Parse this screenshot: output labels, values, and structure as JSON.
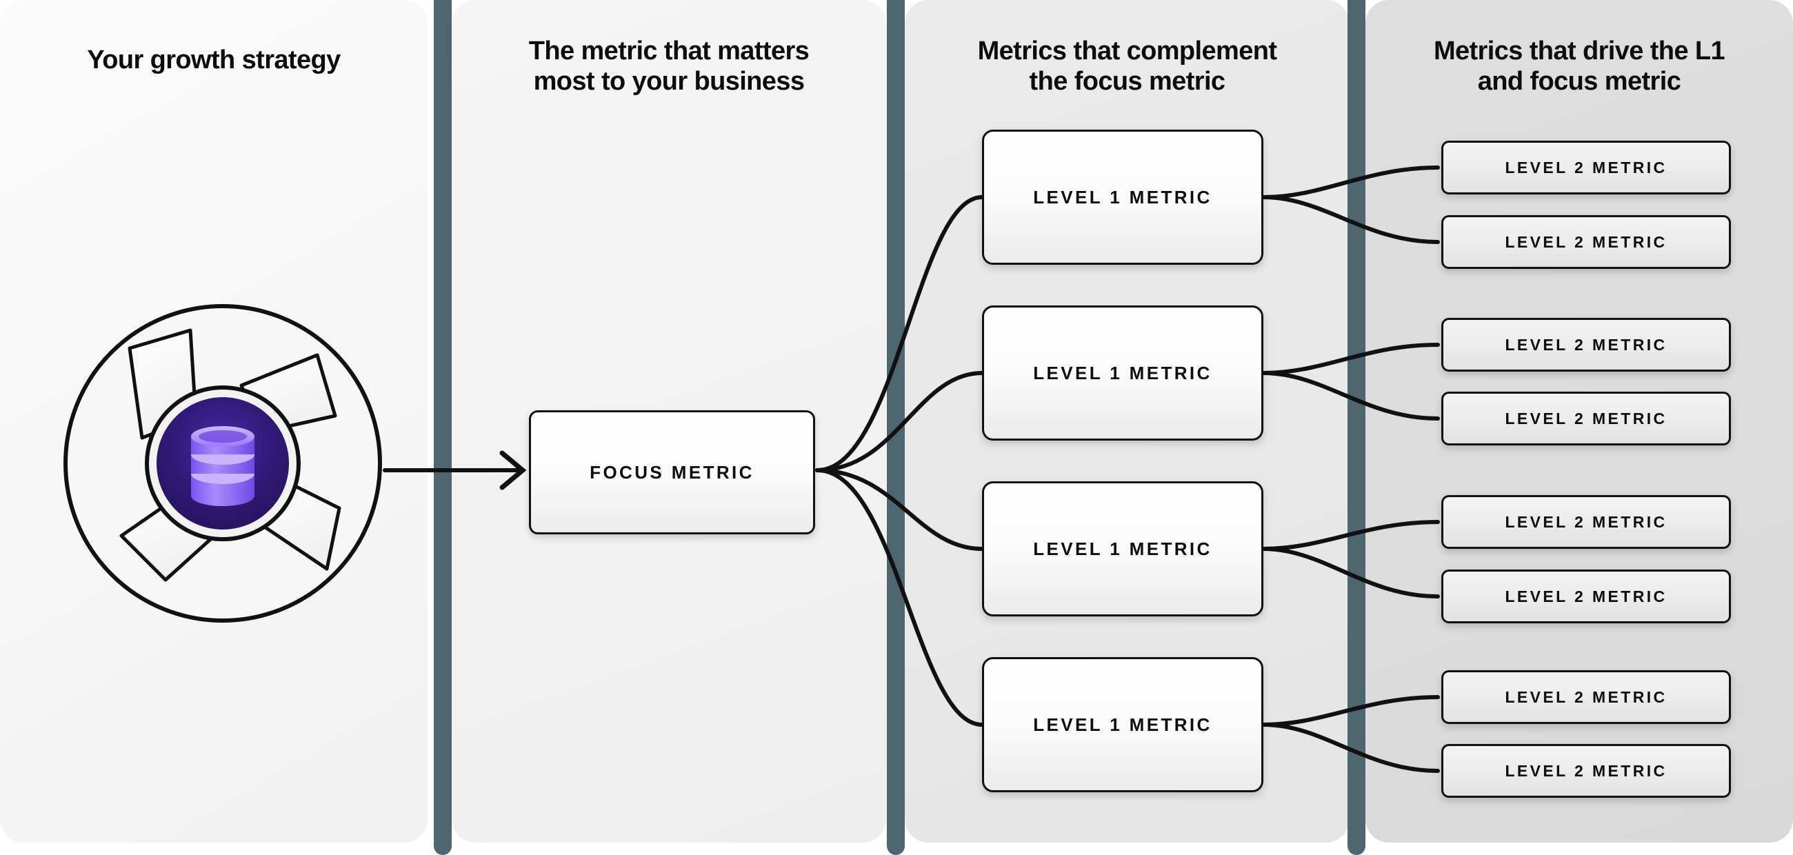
{
  "diagram": {
    "title": "Metrics tree: growth strategy to level 2 metrics",
    "columns": [
      {
        "id": "growth-strategy",
        "heading": "Your growth strategy"
      },
      {
        "id": "focus-metric",
        "heading": "The metric that matters\nmost to your business"
      },
      {
        "id": "level-1-metrics",
        "heading": "Metrics that complement\nthe focus metric"
      },
      {
        "id": "level-2-metrics",
        "heading": "Metrics that drive the L1\nand focus metric"
      }
    ],
    "logo": {
      "name": "pinwheel-database-logo",
      "inner_icon": "database-icon",
      "ring_color": "#111111",
      "core_color": "#2a1466",
      "icon_color": "#a78bfa"
    },
    "focus_node": {
      "label": "FOCUS METRIC"
    },
    "level_1_nodes": [
      {
        "label": "LEVEL 1 METRIC"
      },
      {
        "label": "LEVEL 1 METRIC"
      },
      {
        "label": "LEVEL 1 METRIC"
      },
      {
        "label": "LEVEL 1 METRIC"
      }
    ],
    "level_2_nodes": [
      {
        "label": "LEVEL 2 METRIC"
      },
      {
        "label": "LEVEL 2 METRIC"
      },
      {
        "label": "LEVEL 2 METRIC"
      },
      {
        "label": "LEVEL 2 METRIC"
      },
      {
        "label": "LEVEL 2 METRIC"
      },
      {
        "label": "LEVEL 2 METRIC"
      },
      {
        "label": "LEVEL 2 METRIC"
      },
      {
        "label": "LEVEL 2 METRIC"
      }
    ],
    "colors": {
      "divider": "#4d6670",
      "line": "#111111",
      "text": "#0d0d0d",
      "panel_1": "#f6f6f6",
      "panel_2": "#f2f2f2",
      "panel_3": "#e8e8e8",
      "panel_4": "#dcdcdc"
    }
  }
}
